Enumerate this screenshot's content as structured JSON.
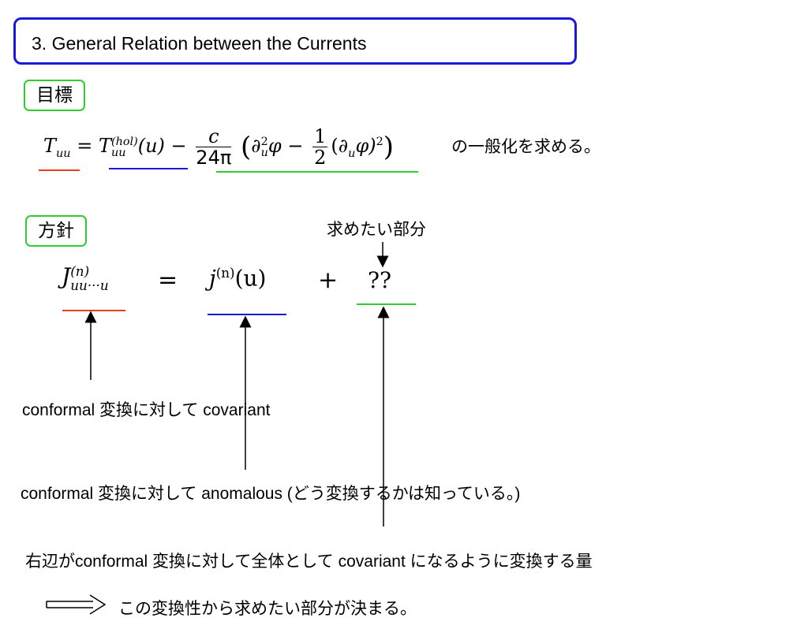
{
  "section_title": "3. General Relation between the Currents",
  "goal": {
    "tag": "目標",
    "eq": {
      "lhs": "T",
      "lhs_sub": "uu",
      "equals": "=",
      "t_hol": "T",
      "t_hol_sup": "(hol)",
      "t_hol_sub": "uu",
      "t_hol_arg": "(u) −",
      "c": "c",
      "den_24pi": "24π",
      "open": "(",
      "partial1": "∂",
      "partial1_sup": "2",
      "partial1_sub": "u",
      "phi_minus": "φ −",
      "one": "1",
      "two": "2",
      "partial2": "(∂",
      "partial2_sub": "u",
      "phi_close": "φ)",
      "sq": "2",
      "close": ")"
    },
    "suffix": "の一般化を求める。"
  },
  "policy": {
    "tag": "方針",
    "note_above_unknown": "求めたい部分",
    "eq": {
      "j_big": "J",
      "j_big_sup": "(n)",
      "j_big_sub": "uu···u",
      "equals": "=",
      "j_small": "j",
      "j_small_sup": "(n)",
      "j_small_arg": "(u)",
      "plus": "+",
      "unknown": "??"
    }
  },
  "annotations": {
    "line1": "conformal 変換に対して covariant",
    "line2": "conformal 変換に対して anomalous (どう変換するかは知っている。)",
    "line3": "右辺がconformal 変換に対して全体として covariant になるように変換する量",
    "conclusion": "この変換性から求めたい部分が決まる。"
  },
  "colors": {
    "title_border": "#1a1adc",
    "tag_border": "#2ecc2e",
    "red": "#e8401c",
    "blue": "#1a1adc",
    "green": "#2ecc2e"
  }
}
